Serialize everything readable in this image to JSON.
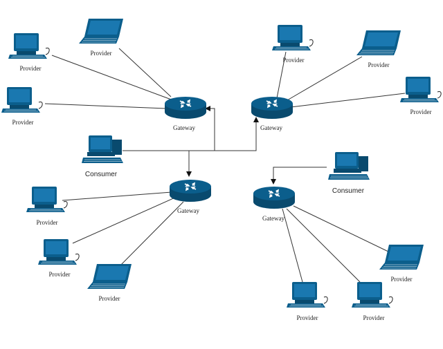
{
  "labels": {
    "provider": "Provider",
    "gateway": "Gateway",
    "consumer": "Consumer"
  },
  "colors": {
    "device": "#0b5e8c",
    "device_dark": "#094a6e",
    "line": "#333333"
  },
  "gateways": [
    {
      "id": "gw1",
      "label": "Gateway"
    },
    {
      "id": "gw2",
      "label": "Gateway"
    },
    {
      "id": "gw3",
      "label": "Gateway"
    },
    {
      "id": "gw4",
      "label": "Gateway"
    }
  ],
  "consumers": [
    {
      "id": "c1",
      "label": "Consumer"
    },
    {
      "id": "c2",
      "label": "Consumer"
    }
  ],
  "providers": [
    {
      "id": "p1",
      "label": "Provider",
      "icon": "desktop-icon"
    },
    {
      "id": "p2",
      "label": "Provider",
      "icon": "laptop-icon"
    },
    {
      "id": "p3",
      "label": "Provider",
      "icon": "desktop-icon"
    },
    {
      "id": "p4",
      "label": "Provider",
      "icon": "desktop-icon"
    },
    {
      "id": "p5",
      "label": "Provider",
      "icon": "laptop-icon"
    },
    {
      "id": "p6",
      "label": "Provider",
      "icon": "desktop-icon"
    },
    {
      "id": "p7",
      "label": "Provider",
      "icon": "desktop-icon"
    },
    {
      "id": "p8",
      "label": "Provider",
      "icon": "desktop-icon"
    },
    {
      "id": "p9",
      "label": "Provider",
      "icon": "laptop-icon"
    },
    {
      "id": "p10",
      "label": "Provider",
      "icon": "desktop-icon"
    },
    {
      "id": "p11",
      "label": "Provider",
      "icon": "desktop-icon"
    },
    {
      "id": "p12",
      "label": "Provider",
      "icon": "laptop-icon"
    }
  ]
}
